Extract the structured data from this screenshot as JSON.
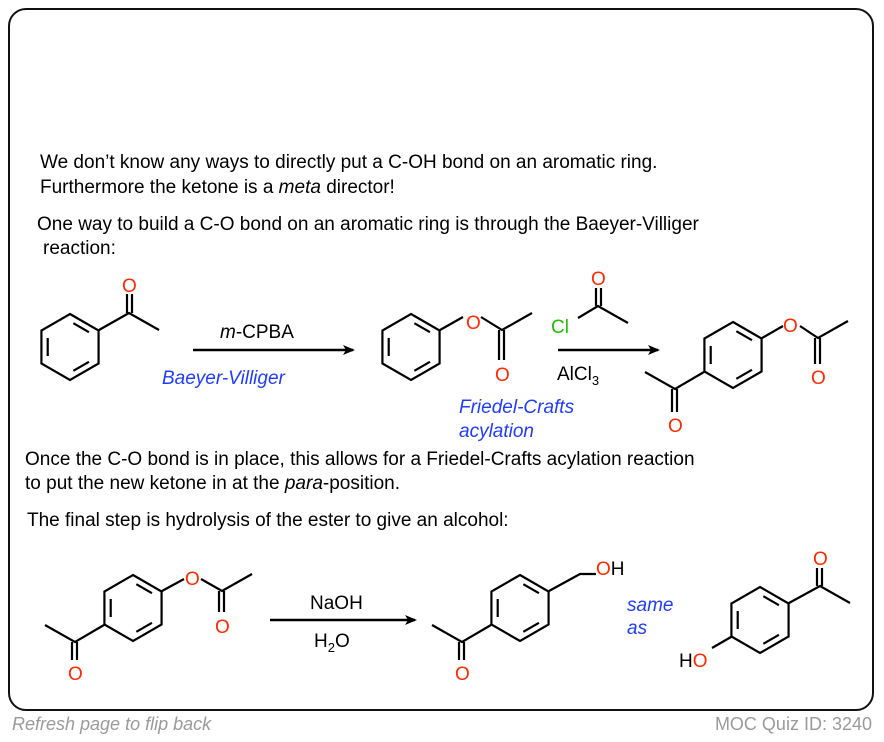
{
  "paragraphs": {
    "p1_line1": "We don’t know any ways to directly put a C-OH bond on an aromatic ring.",
    "p1_line2_pre": "Furthermore the ketone is a ",
    "p1_line2_em": "meta",
    "p1_line2_post": " director!",
    "p2_line1": "One way to build a C-O bond on an aromatic ring is through the Baeyer-Villiger",
    "p2_line2": "reaction:",
    "p3_line1": "Once the C-O bond is in place, this allows for a Friedel-Crafts acylation reaction",
    "p3_line2_pre": "to put the new ketone in at the ",
    "p3_line2_em": "para",
    "p3_line2_post": "-position.",
    "p4": "The final step is hydrolysis of the ester to give an alcohol:"
  },
  "reaction1": {
    "reagent_prefix": "m",
    "reagent": "-CPBA",
    "name": "Baeyer-Villiger"
  },
  "reaction2": {
    "reagent_atom_cl": "Cl",
    "reagent_below": "AlCl",
    "reagent_below_sub": "3",
    "name_line1": "Friedel-Crafts",
    "name_line2": "acylation"
  },
  "reaction3": {
    "reagent_above": "NaOH",
    "reagent_below_h": "H",
    "reagent_below_sub": "2",
    "reagent_below_o": "O",
    "equivalence_line1": "same",
    "equivalence_line2": "as"
  },
  "atoms": {
    "oxygen": "O",
    "hydroxyl_oh": "OH",
    "hydroxyl_ho": "HO"
  },
  "colors": {
    "oxygen": "#ff2a00",
    "chlorine": "#1fbf00",
    "annotation": "#1f3cff"
  },
  "footer": {
    "left": "Refresh page to flip back",
    "right": "MOC Quiz ID: 3240"
  }
}
